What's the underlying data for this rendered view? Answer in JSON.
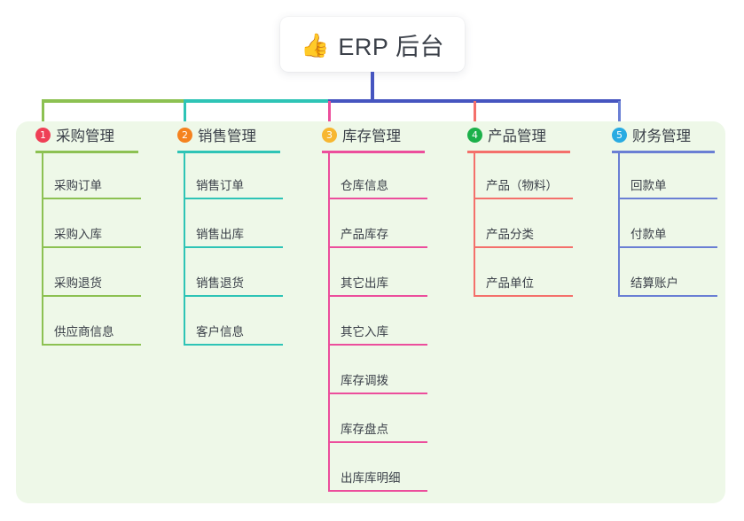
{
  "root": {
    "icon": "thumbs-up-icon",
    "emoji": "👍",
    "title": "ERP 后台"
  },
  "palette": {
    "panel_bg": "#eef8e8",
    "page_bg": "#ffffff",
    "root_stem": "#4655c0",
    "text": "#3b4049"
  },
  "columns": [
    {
      "number": "1",
      "title": "采购管理",
      "badge_color": "#ef3f56",
      "line_color": "#8cc152",
      "items": [
        {
          "label": "采购订单"
        },
        {
          "label": "采购入库"
        },
        {
          "label": "采购退货"
        },
        {
          "label": "供应商信息"
        }
      ]
    },
    {
      "number": "2",
      "title": "销售管理",
      "badge_color": "#f5821f",
      "line_color": "#2ec4b6",
      "items": [
        {
          "label": "销售订单"
        },
        {
          "label": "销售出库"
        },
        {
          "label": "销售退货"
        },
        {
          "label": "客户信息"
        }
      ]
    },
    {
      "number": "3",
      "title": "库存管理",
      "badge_color": "#f7b731",
      "line_color": "#ec4e9c",
      "items": [
        {
          "label": "仓库信息"
        },
        {
          "label": "产品库存"
        },
        {
          "label": "其它出库"
        },
        {
          "label": "其它入库"
        },
        {
          "label": "库存调拨"
        },
        {
          "label": "库存盘点"
        },
        {
          "label": "出库库明细"
        }
      ]
    },
    {
      "number": "4",
      "title": "产品管理",
      "badge_color": "#1cb04a",
      "line_color": "#f4706b",
      "items": [
        {
          "label": "产品（物料）"
        },
        {
          "label": "产品分类"
        },
        {
          "label": "产品单位"
        }
      ]
    },
    {
      "number": "5",
      "title": "财务管理",
      "badge_color": "#29abe2",
      "line_color": "#6a7fd4",
      "items": [
        {
          "label": "回款单"
        },
        {
          "label": "付款单"
        },
        {
          "label": "结算账户"
        }
      ]
    }
  ],
  "connectors": {
    "bus_segments": [
      {
        "name": "segment-green",
        "color": "#8cc152"
      },
      {
        "name": "segment-teal",
        "color": "#2ec4b6"
      },
      {
        "name": "segment-indigo",
        "color": "#4655c0"
      }
    ]
  }
}
